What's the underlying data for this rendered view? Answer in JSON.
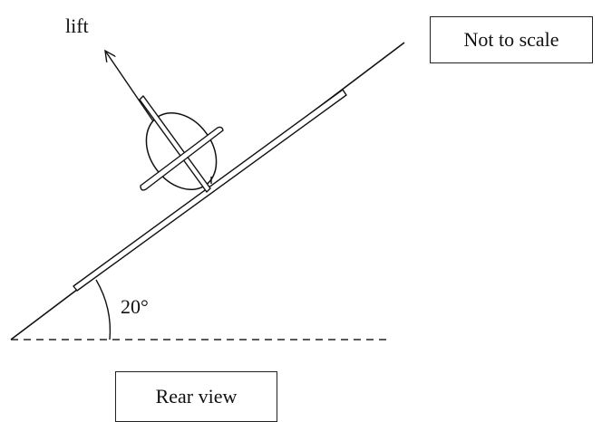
{
  "labels": {
    "lift": "lift",
    "scale_note": "Not to scale",
    "angle": "20°",
    "view": "Rear view"
  },
  "colors": {
    "ink": "#111111",
    "background": "#ffffff"
  },
  "angle_degrees": 20
}
